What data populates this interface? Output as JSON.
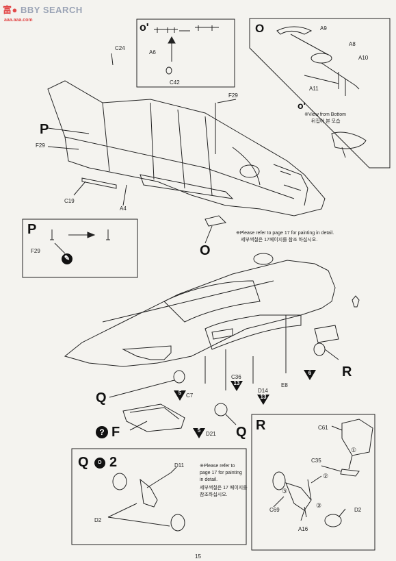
{
  "watermark": {
    "prefix": "富",
    "mid": "●",
    "suffix": "BBY SEARCH",
    "url": "aaa.aaa.com"
  },
  "labels": {
    "C24": "C24",
    "F29": "F29",
    "P": "P",
    "O": "O",
    "C19": "C19",
    "A4": "A4",
    "A6": "A6",
    "C42": "C42",
    "o_prime": "o'",
    "A9": "A9",
    "A8": "A8",
    "A10": "A10",
    "A11": "A11",
    "o_prime2": "o'",
    "Q": "Q",
    "F": "F",
    "R": "R",
    "C7": "C7",
    "C36": "C36",
    "D14": "D14",
    "E8": "E8",
    "D21": "D21",
    "C61": "C61",
    "C35": "C35",
    "C69": "C69",
    "A16": "A16",
    "D2": "D2",
    "D11": "D11",
    "Q2": "2"
  },
  "notes": {
    "view_bottom_en": "※View from Bottom",
    "view_bottom_kr": "뒤집어 본 모습",
    "paint_note_en": "※Please refer to page 17 for painting in detail.",
    "paint_note_kr": "세부색칠은 17페이지를 참조 하십시오.",
    "paint_note2_en_1": "※Please refer to",
    "paint_note2_en_2": "page 17 for painting",
    "paint_note2_en_3": "in detail.",
    "paint_note2_kr_1": "세부색칠은 17 페이지를",
    "paint_note2_kr_2": "참조하십시오."
  },
  "steps": {
    "tri_5a": "5",
    "tri_13a": "13",
    "tri_13b": "13",
    "tri_6": "6",
    "tri_5b": "5",
    "q_mark": "?",
    "circled1": "①",
    "circled2": "②",
    "circled3": "③"
  },
  "page_number": "15",
  "colors": {
    "line": "#222222",
    "paper": "#f4f3ef",
    "watermark_blue": "#9aa3b5",
    "watermark_red": "#e24a4a"
  }
}
